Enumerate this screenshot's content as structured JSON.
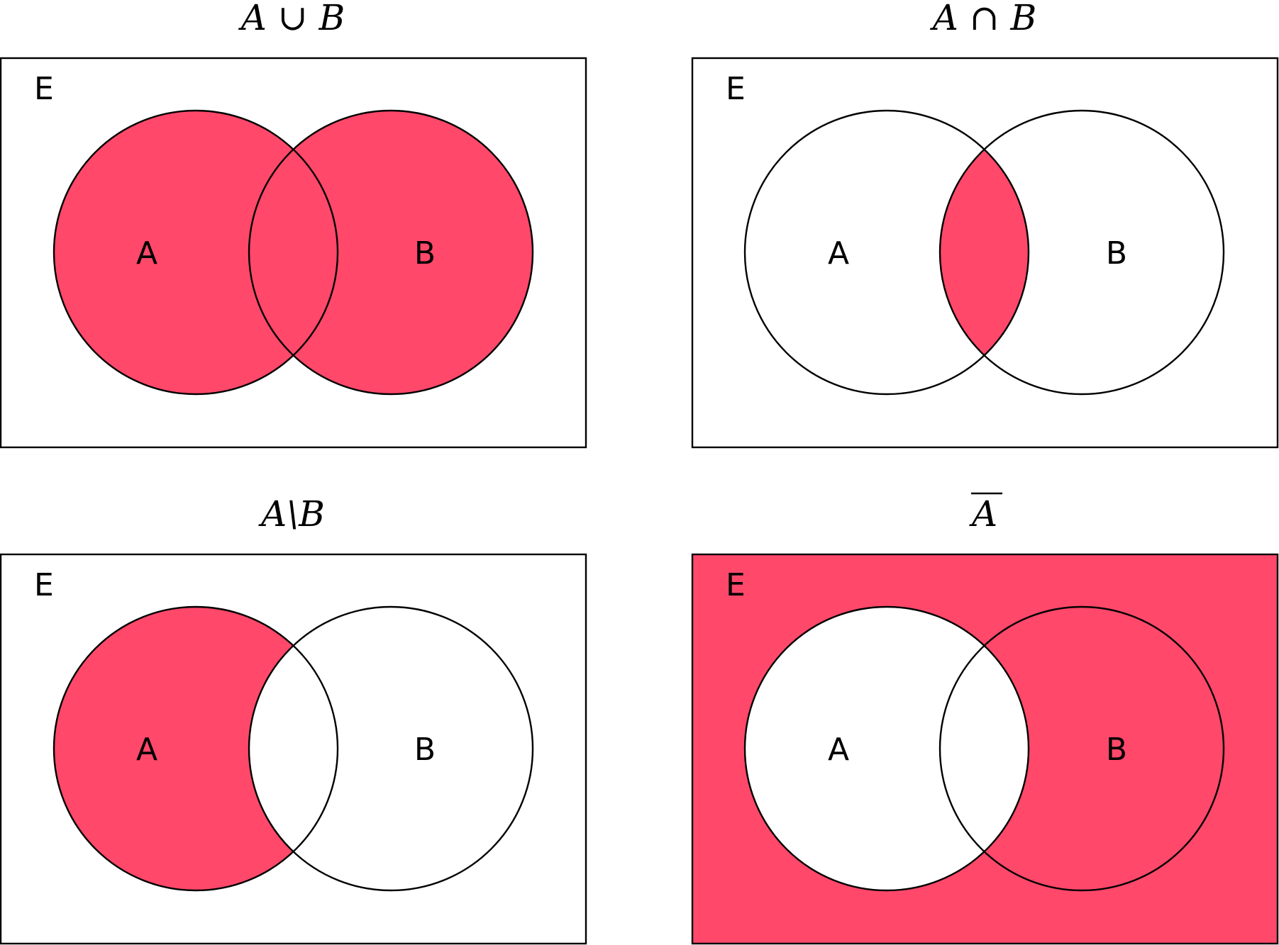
{
  "diagram": {
    "shade_color": "#FF486A",
    "background_color": "#FFFFFF",
    "line_color": "#000000",
    "panels": [
      {
        "id": "union",
        "title": "A ∪ B",
        "overline": false,
        "universe_label": "E",
        "set_a_label": "A",
        "set_b_label": "B",
        "shaded_region": "union"
      },
      {
        "id": "intersection",
        "title": "A ∩ B",
        "overline": false,
        "universe_label": "E",
        "set_a_label": "A",
        "set_b_label": "B",
        "shaded_region": "intersection"
      },
      {
        "id": "difference",
        "title": "A\\B",
        "overline": false,
        "universe_label": "E",
        "set_a_label": "A",
        "set_b_label": "B",
        "shaded_region": "a-only"
      },
      {
        "id": "complement",
        "title": "A",
        "overline": true,
        "universe_label": "E",
        "set_a_label": "A",
        "set_b_label": "B",
        "shaded_region": "complement-a"
      }
    ]
  }
}
